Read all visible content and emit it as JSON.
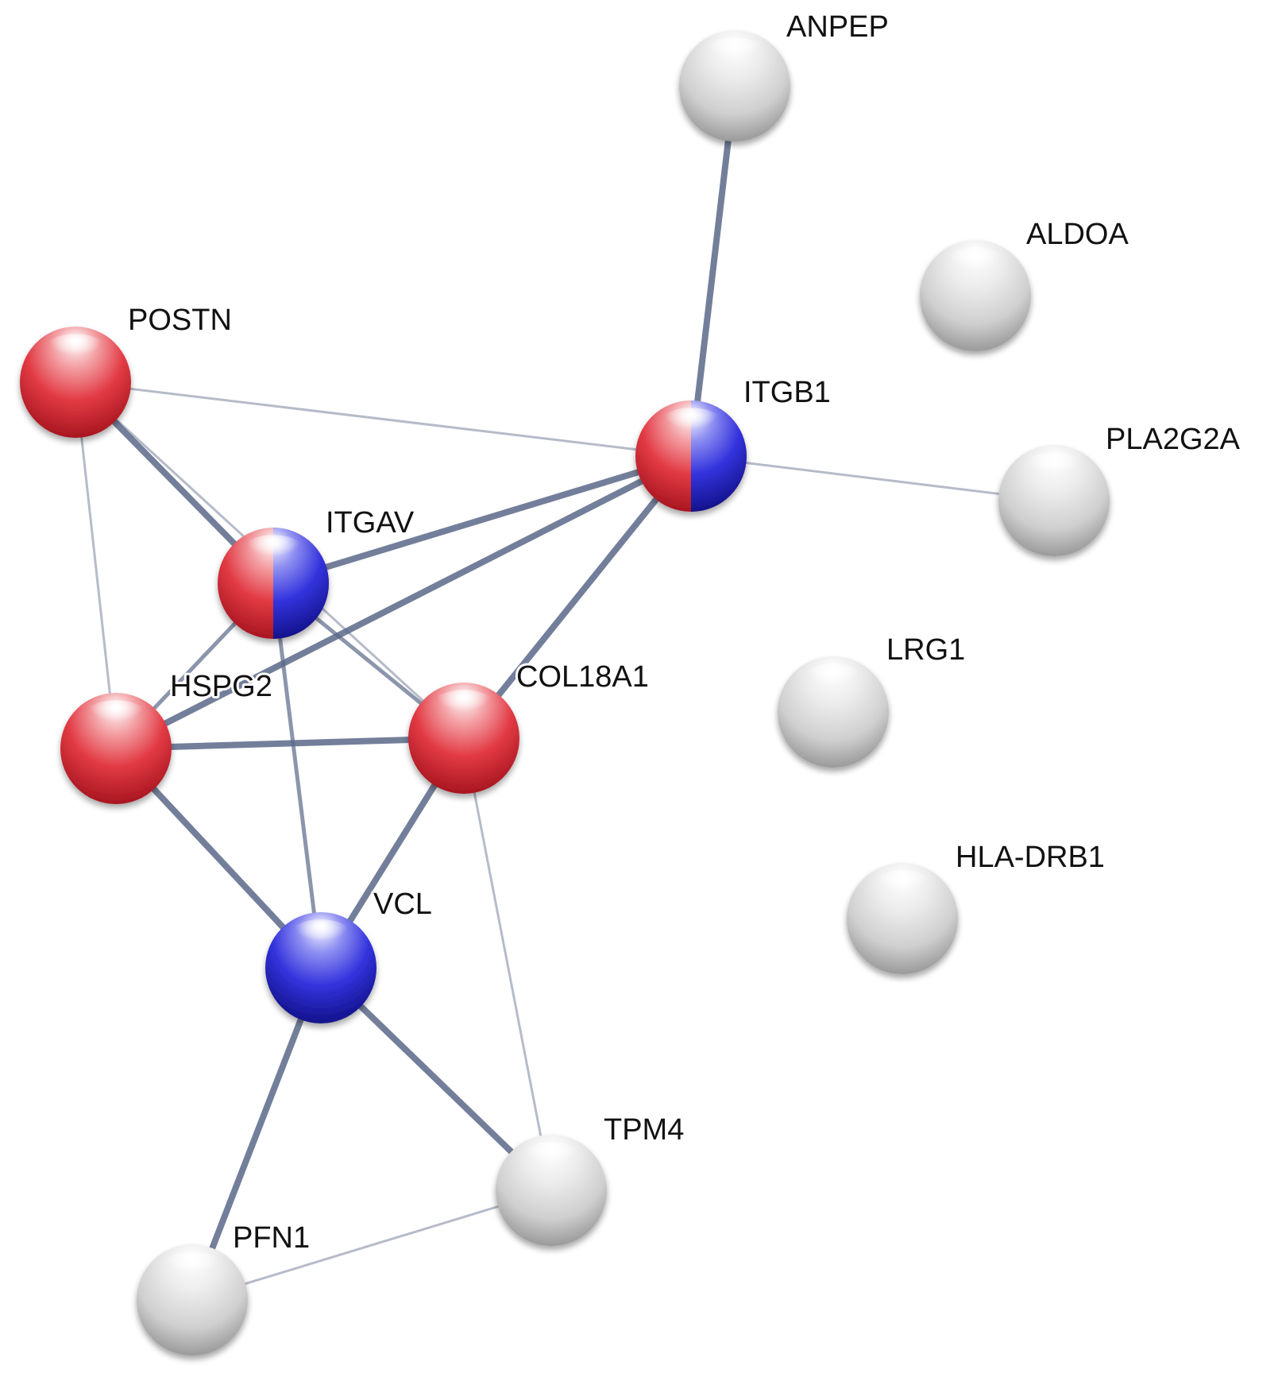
{
  "network": {
    "colors": {
      "red": "#e23a44",
      "blue": "#2a2ad8",
      "grey": "#d0d0d0",
      "edge": "#5a6888"
    },
    "nodes": [
      {
        "id": "ANPEP",
        "label": "ANPEP",
        "style": "grey"
      },
      {
        "id": "ALDOA",
        "label": "ALDOA",
        "style": "grey"
      },
      {
        "id": "POSTN",
        "label": "POSTN",
        "style": "red"
      },
      {
        "id": "ITGB1",
        "label": "ITGB1",
        "style": "red-blue"
      },
      {
        "id": "PLA2G2A",
        "label": "PLA2G2A",
        "style": "grey"
      },
      {
        "id": "ITGAV",
        "label": "ITGAV",
        "style": "red-blue"
      },
      {
        "id": "LRG1",
        "label": "LRG1",
        "style": "grey"
      },
      {
        "id": "HSPG2",
        "label": "HSPG2",
        "style": "red"
      },
      {
        "id": "COL18A1",
        "label": "COL18A1",
        "style": "red"
      },
      {
        "id": "HLA-DRB1",
        "label": "HLA-DRB1",
        "style": "grey"
      },
      {
        "id": "VCL",
        "label": "VCL",
        "style": "blue"
      },
      {
        "id": "TPM4",
        "label": "TPM4",
        "style": "grey"
      },
      {
        "id": "PFN1",
        "label": "PFN1",
        "style": "grey"
      }
    ],
    "edges": [
      {
        "source": "ANPEP",
        "target": "ITGB1",
        "weight": "strong"
      },
      {
        "source": "POSTN",
        "target": "ITGB1",
        "weight": "weak"
      },
      {
        "source": "ITGB1",
        "target": "PLA2G2A",
        "weight": "weak"
      },
      {
        "source": "POSTN",
        "target": "ITGAV",
        "weight": "strong"
      },
      {
        "source": "POSTN",
        "target": "HSPG2",
        "weight": "weak"
      },
      {
        "source": "POSTN",
        "target": "COL18A1",
        "weight": "weak"
      },
      {
        "source": "ITGAV",
        "target": "ITGB1",
        "weight": "strong"
      },
      {
        "source": "HSPG2",
        "target": "ITGB1",
        "weight": "strong"
      },
      {
        "source": "COL18A1",
        "target": "ITGB1",
        "weight": "strong"
      },
      {
        "source": "ITGAV",
        "target": "HSPG2",
        "weight": "medium"
      },
      {
        "source": "ITGAV",
        "target": "COL18A1",
        "weight": "medium"
      },
      {
        "source": "ITGAV",
        "target": "VCL",
        "weight": "medium"
      },
      {
        "source": "HSPG2",
        "target": "COL18A1",
        "weight": "strong"
      },
      {
        "source": "HSPG2",
        "target": "VCL",
        "weight": "strong"
      },
      {
        "source": "COL18A1",
        "target": "VCL",
        "weight": "strong"
      },
      {
        "source": "COL18A1",
        "target": "TPM4",
        "weight": "weak"
      },
      {
        "source": "VCL",
        "target": "TPM4",
        "weight": "strong"
      },
      {
        "source": "VCL",
        "target": "PFN1",
        "weight": "strong"
      },
      {
        "source": "PFN1",
        "target": "TPM4",
        "weight": "weak"
      }
    ]
  }
}
